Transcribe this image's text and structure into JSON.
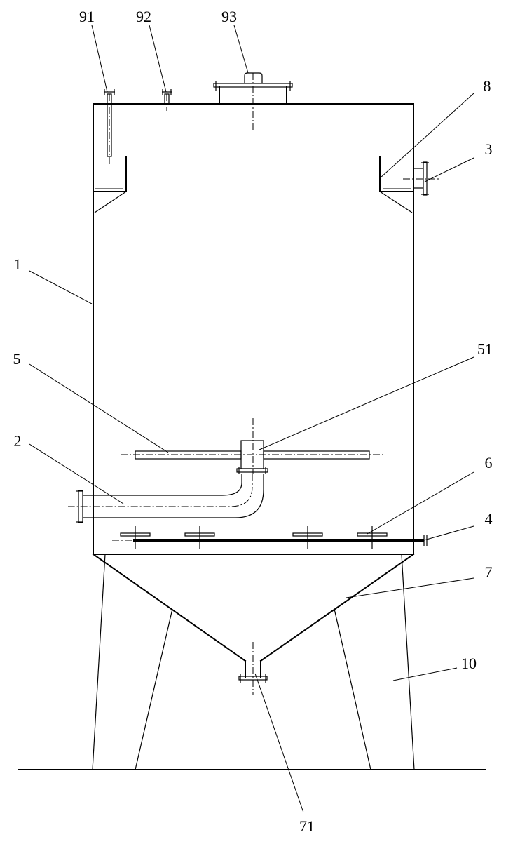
{
  "labels": {
    "n1": "1",
    "n2": "2",
    "n3": "3",
    "n4": "4",
    "n5": "5",
    "n51": "51",
    "n6": "6",
    "n7": "7",
    "n71": "71",
    "n8": "8",
    "n91": "91",
    "n92": "92",
    "n93": "93",
    "n10": "10"
  }
}
